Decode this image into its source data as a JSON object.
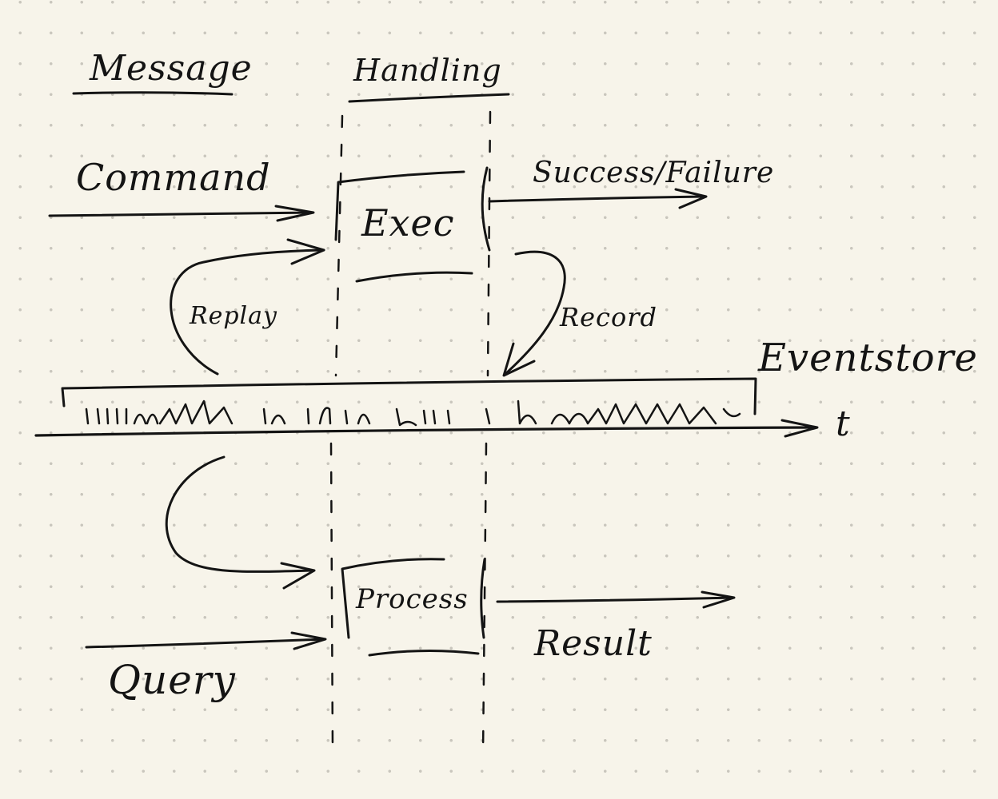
{
  "headers": {
    "message": "Message",
    "handling": "Handling"
  },
  "inputs": {
    "command": "Command",
    "query": "Query"
  },
  "handlers": {
    "exec": "Exec",
    "process": "Process"
  },
  "outputs": {
    "success_failure": "Success/Failure",
    "result": "Result"
  },
  "flows": {
    "replay": "Replay",
    "record": "Record"
  },
  "eventstore": {
    "label": "Eventstore",
    "time_axis": "t"
  },
  "colors": {
    "paper": "#f7f4ea",
    "ink": "#141414",
    "dots": "#c9c6bd"
  }
}
